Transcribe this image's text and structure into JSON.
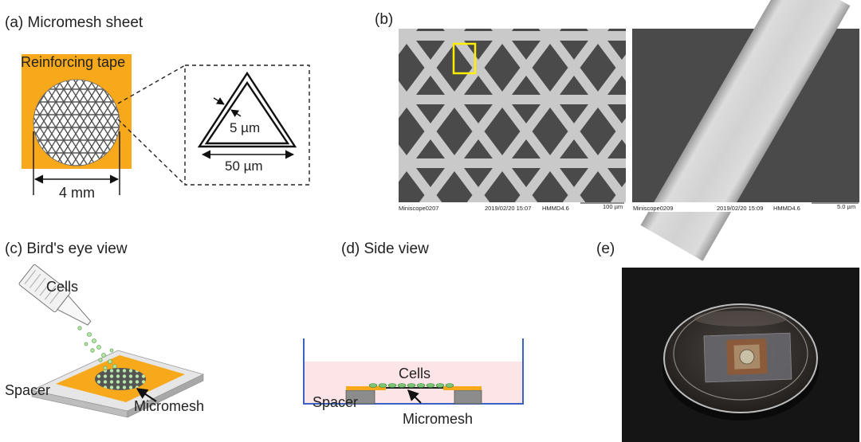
{
  "panels": {
    "a": {
      "label": "(a) Micromesh sheet",
      "reinforcing_tape": "Reinforcing tape",
      "line_width": "5 µm",
      "triangle_size": "50 µm",
      "diameter": "4 mm"
    },
    "b": {
      "label": "(b)",
      "sem_left": {
        "sample": "Miniscope0207",
        "datetime": "2019/02/20  15:07",
        "detector": "HMMD4.6",
        "scale": "100 µm"
      },
      "sem_right": {
        "sample": "Miniscope0209",
        "datetime": "2019/02/20  15:09",
        "detector": "HMMD4.6",
        "scale": "5.0 µm"
      }
    },
    "c": {
      "label": "(c) Bird's eye view",
      "cells": "Cells",
      "spacer": "Spacer",
      "micromesh": "Micromesh"
    },
    "d": {
      "label": "(d) Side view",
      "cells": "Cells",
      "spacer": "Spacer",
      "micromesh": "Micromesh"
    },
    "e": {
      "label": "(e)"
    }
  },
  "colors": {
    "tape_orange": "#f7a81b",
    "sem_background": "#4a4a4a",
    "sem_mesh": "#c9c9c9",
    "highlight_box": "#ffee00",
    "medium_pink": "#fde4e6",
    "dish_wall": "#3a62c4",
    "spacer_gray": "#8c8c8c",
    "cell_green": "#7cc576",
    "photo_black": "#151515"
  }
}
